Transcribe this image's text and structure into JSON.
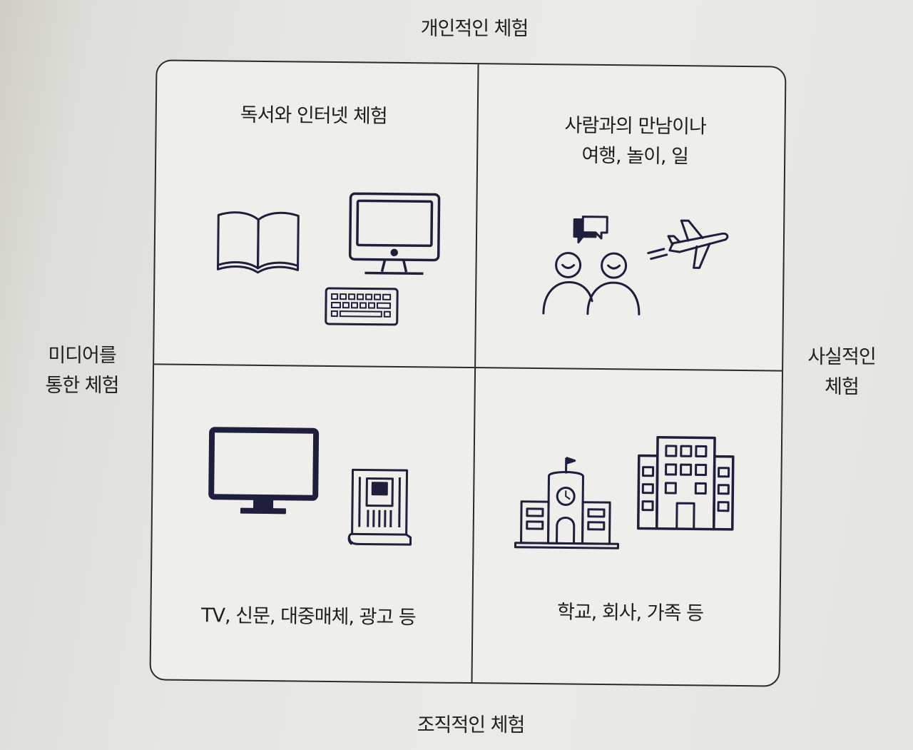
{
  "axes": {
    "top": "개인적인 체험",
    "bottom": "조직적인 체험",
    "left": "미디어를\n통한 체험",
    "right": "사실적인\n체험"
  },
  "quadrants": {
    "top_left": {
      "text": "독서와 인터넷 체험",
      "icons": [
        "book-icon",
        "desktop-computer-icon",
        "keyboard-icon"
      ]
    },
    "top_right": {
      "text": "사람과의 만남이나\n여행, 놀이, 일",
      "icons": [
        "speech-bubble-icon",
        "two-people-icon",
        "airplane-icon"
      ]
    },
    "bottom_left": {
      "text": "TV, 신문, 대중매체, 광고 등",
      "icons": [
        "tv-monitor-icon",
        "newspaper-icon"
      ]
    },
    "bottom_right": {
      "text": "학교, 회사, 가족 등",
      "icons": [
        "school-building-icon",
        "office-building-icon"
      ]
    }
  },
  "colors": {
    "line": "#2b2b2b",
    "icon": "#1d1f3d",
    "paper": "#ebeae5"
  }
}
